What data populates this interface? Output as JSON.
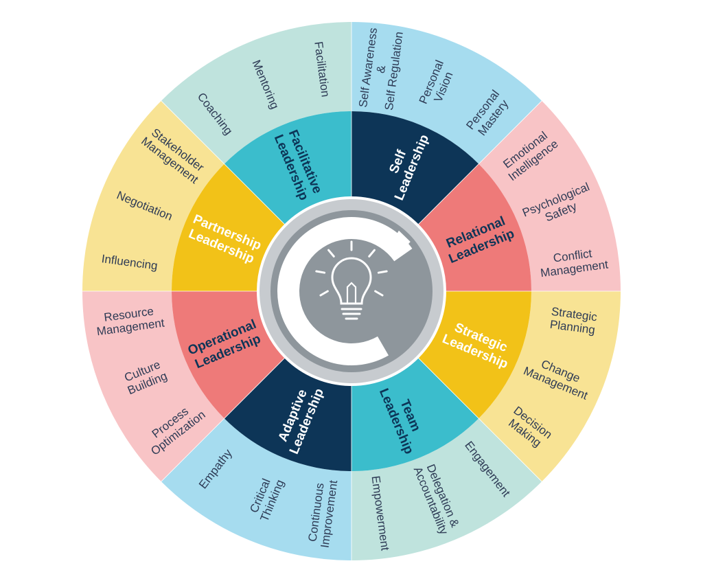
{
  "diagram": {
    "colors": {
      "center_bg": "#8e969c",
      "center_ring": "#c7cbcf",
      "logo": "#ffffff",
      "navy": "#0d3557",
      "teal": "#3bbdcc",
      "red": "#ee7a79",
      "yellow": "#f2c218",
      "outer_blue": "#a6dcef",
      "outer_pink": "#f8c4c6",
      "outer_yellow": "#f8e394",
      "outer_mint": "#bfe3dd"
    },
    "center_icon": "lightbulb-icon",
    "segments": [
      {
        "id": "self",
        "lines": [
          "Self",
          "Leadership"
        ],
        "inner": "navy",
        "outer": "outer_blue",
        "text": "#ffffff",
        "skills": [
          {
            "lines": [
              "Self Awareness",
              "&",
              "Self Regulation"
            ]
          },
          {
            "lines": [
              "Personal",
              "Vision"
            ]
          },
          {
            "lines": [
              "Personal",
              "Mastery"
            ]
          }
        ]
      },
      {
        "id": "relational",
        "lines": [
          "Relational",
          "Leadership"
        ],
        "inner": "red",
        "outer": "outer_pink",
        "text": "#0d3557",
        "skills": [
          {
            "lines": [
              "Emotional",
              "Intelligence"
            ]
          },
          {
            "lines": [
              "Psychological",
              "Safety"
            ]
          },
          {
            "lines": [
              "Conflict",
              "Management"
            ]
          }
        ]
      },
      {
        "id": "strategic",
        "lines": [
          "Strategic",
          "Leadership"
        ],
        "inner": "yellow",
        "outer": "outer_yellow",
        "text": "#ffffff",
        "skills": [
          {
            "lines": [
              "Strategic",
              "Planning"
            ]
          },
          {
            "lines": [
              "Change",
              "Management"
            ]
          },
          {
            "lines": [
              "Decision",
              "Making"
            ]
          }
        ]
      },
      {
        "id": "team",
        "lines": [
          "Team",
          "Leadership"
        ],
        "inner": "teal",
        "outer": "outer_mint",
        "text": "#0d3557",
        "skills": [
          {
            "lines": [
              "Engagement"
            ]
          },
          {
            "lines": [
              "Delegation &",
              "Accountability"
            ]
          },
          {
            "lines": [
              "Empowerment"
            ]
          }
        ]
      },
      {
        "id": "adaptive",
        "lines": [
          "Adaptive",
          "Leadership"
        ],
        "inner": "navy",
        "outer": "outer_blue",
        "text": "#ffffff",
        "skills": [
          {
            "lines": [
              "Continuous",
              "Improvement"
            ]
          },
          {
            "lines": [
              "Critical",
              "Thinking"
            ]
          },
          {
            "lines": [
              "Empathy"
            ]
          }
        ]
      },
      {
        "id": "operational",
        "lines": [
          "Operational",
          "Leadership"
        ],
        "inner": "red",
        "outer": "outer_pink",
        "text": "#0d3557",
        "skills": [
          {
            "lines": [
              "Process",
              "Optimization"
            ]
          },
          {
            "lines": [
              "Culture",
              "Building"
            ]
          },
          {
            "lines": [
              "Resource",
              "Management"
            ]
          }
        ]
      },
      {
        "id": "partnership",
        "lines": [
          "Partnership",
          "Leadership"
        ],
        "inner": "yellow",
        "outer": "outer_yellow",
        "text": "#ffffff",
        "skills": [
          {
            "lines": [
              "Influencing"
            ]
          },
          {
            "lines": [
              "Negotiation"
            ]
          },
          {
            "lines": [
              "Stakeholder",
              "Management"
            ]
          }
        ]
      },
      {
        "id": "facilitative",
        "lines": [
          "Facilitative",
          "Leadership"
        ],
        "inner": "teal",
        "outer": "outer_mint",
        "text": "#0d3557",
        "skills": [
          {
            "lines": [
              "Coaching"
            ]
          },
          {
            "lines": [
              "Mentoring"
            ]
          },
          {
            "lines": [
              "Facilitation"
            ]
          }
        ]
      }
    ]
  }
}
